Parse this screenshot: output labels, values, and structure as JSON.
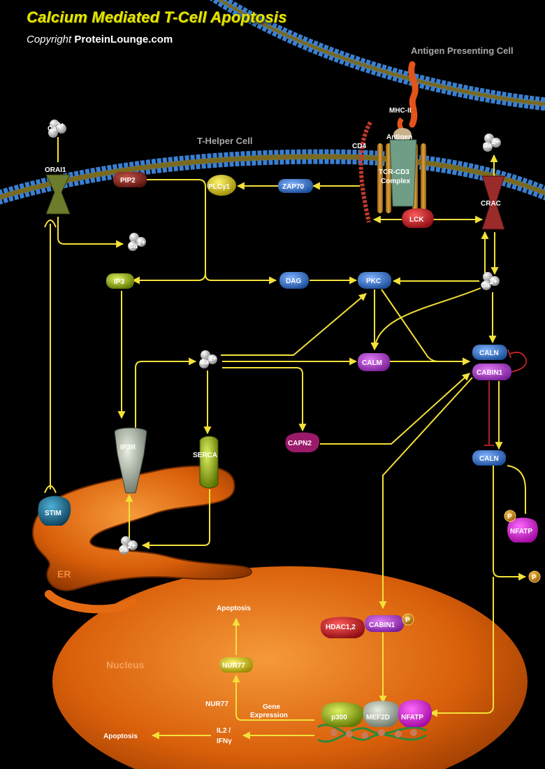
{
  "header": {
    "title": "Calcium Mediated T-Cell Apoptosis",
    "copyright_prefix": "Copyright",
    "copyright_site": "ProteinLounge.com"
  },
  "regions": {
    "apc": "Antigen Presenting Cell",
    "thelper": "T-Helper Cell",
    "er": "ER",
    "nucleus": "Nucleus"
  },
  "nodes": {
    "mhc2": "MHC-II",
    "antigen": "Antigen",
    "cd4": "CD4",
    "tcr_line1": "TCR-CD3",
    "tcr_line2": "Complex",
    "lck": "LCK",
    "zap70": "ZAP70",
    "plcg": "PLCγ1",
    "pip2": "PIP2",
    "orai1": "ORAI1",
    "crac": "CRAC",
    "ip3": "IP3",
    "dag": "DAG",
    "pkc": "PKC",
    "calm": "CALM",
    "calN_top": "CALN",
    "cabin1_top": "CABIN1",
    "calN_free": "CALN",
    "nfatp_cyto": "NFATP",
    "p_badge": "P",
    "capn2": "CAPN2",
    "ip3r": "IP3R",
    "serca": "SERCA",
    "stim": "STIM",
    "hdac": "HDAC1,2",
    "cabin1_nuc": "CABIN1",
    "nur77_box": "NUR77",
    "nur77_text": "NUR77",
    "gene_line1": "Gene",
    "gene_line2": "Expression",
    "p300": "p300",
    "mef2d": "MEF2D",
    "nfatp_nuc": "NFATP",
    "il2_line1": "IL2 /",
    "il2_line2": "IFNγ",
    "apoptosis_top": "Apoptosis",
    "apoptosis_left": "Apoptosis"
  },
  "ion": {
    "ca": "Ca",
    "charge": "2+"
  },
  "colors": {
    "title": "#e6e600",
    "wire": "#f3e13a",
    "inhibit": "#d7262b",
    "membrane": "#2f6fb5",
    "organelle": "#e46b12"
  }
}
